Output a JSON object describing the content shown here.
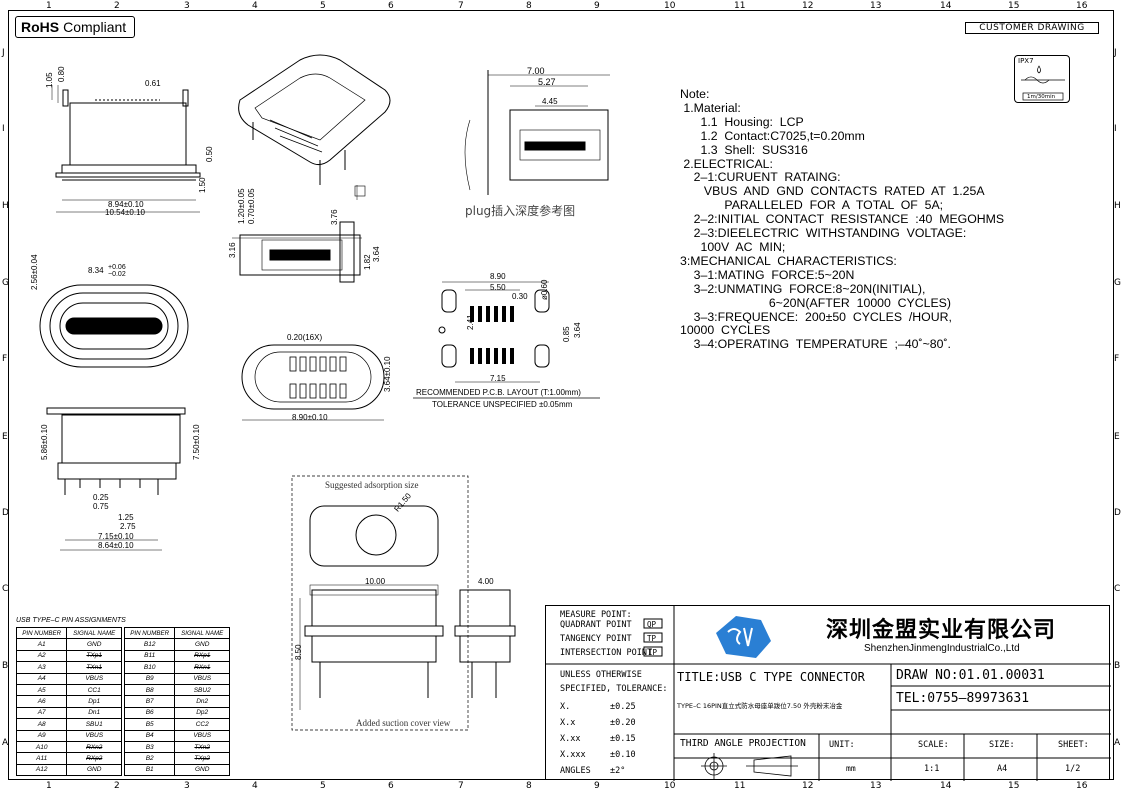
{
  "zones_top": [
    "1",
    "2",
    "3",
    "4",
    "5",
    "6",
    "7",
    "8",
    "9",
    "10",
    "11",
    "12",
    "13",
    "14",
    "15",
    "16"
  ],
  "zones_side": [
    "J",
    "I",
    "H",
    "G",
    "F",
    "E",
    "D",
    "C",
    "B",
    "A"
  ],
  "badge_rohs_bold": "RoHS",
  "badge_rohs_text": "Compliant",
  "customer_drawing": "CUSTOMER DRAWING",
  "ipx": {
    "top": "IPX7",
    "bottom": "1m/30min"
  },
  "notes": [
    "Note:",
    " 1.Material:",
    "      1.1  Housing:  LCP",
    "      1.2  Contact:C7025,t=0.20mm",
    "      1.3  Shell:  SUS316",
    " 2.ELECTRICAL:",
    "    2–1:CURUENT  RATAING:",
    "       VBUS  AND  GND  CONTACTS  RATED  AT  1.25A",
    "             PARALLELED  FOR  A  TOTAL  OF  5A;",
    "    2–2:INITIAL  CONTACT  RESISTANCE  :40  MEGOHMS",
    "    2–3:DIEELECTRIC  WITHSTANDING  VOLTAGE:",
    "      100V  AC  MIN;",
    "3:MECHANICAL  CHARACTERISTICS:",
    "    3–1:MATING  FORCE:5~20N",
    "    3–2:UNMATING  FORCE:8~20N(INITIAL),",
    "                          6~20N(AFTER  10000  CYCLES)",
    "    3–3:FREQUENCE:  200±50  CYCLES  /HOUR,",
    "10000  CYCLES",
    "    3–4:OPERATING  TEMPERATURE  ;–40˚~80˚."
  ],
  "dims": {
    "d105": "1.05",
    "d080": "0.80",
    "d061": "0.61",
    "d050": "0.50",
    "d150": "1.50",
    "d894": "8.94±0.10",
    "d1054": "10.54±0.10",
    "d834": "8.34",
    "d834tol1": "+0.06",
    "d834tol2": "−0.02",
    "d256": "2.56±0.04",
    "d020x16": "0.20(16X)",
    "d364": "3.64±0.10",
    "d890b": "8.90±0.10",
    "d120": "1.20±0.05",
    "d070": "0.70±0.05",
    "d316": "3.16",
    "d376": "3.76",
    "d182": "1.82",
    "d364s": "3.64",
    "d700": "7.00",
    "d527": "5.27",
    "d445": "4.45",
    "plug_note": "plug插入深度参考图",
    "p890": "8.90",
    "p550": "5.50",
    "p030": "0.30",
    "p060": "ø0.60",
    "p085": "0.85",
    "p364": "3.64",
    "p241": "2.41",
    "p715": "7.15",
    "pcb_title": "RECOMMENDED     P.C.B.  LAYOUT  (T:1.00mm)",
    "pcb_tol": "TOLERANCE  UNSPECIFIED  ±0.05mm",
    "d586": "5.86±0.10",
    "d750": "7.50±0.10",
    "d025": "0.25",
    "d075": "0.75",
    "d125": "1.25",
    "d275": "2.75",
    "d715b": "7.15±0.10",
    "d864": "8.64±0.10",
    "suggest": "Suggested adsorption size",
    "r150": "R1.50",
    "d1000": "10.00",
    "d400": "4.00",
    "d850": "8.50",
    "added_view": "Added suction cover view"
  },
  "pin_title": "USB TYPE–C PIN ASSIGNMENTS",
  "pin_headers": [
    "PIN NUMBER",
    "SIGNAL NAME"
  ],
  "pins_left": [
    [
      "A1",
      "GND"
    ],
    [
      "A2",
      "TXp1"
    ],
    [
      "A3",
      "TXn1"
    ],
    [
      "A4",
      "VBUS"
    ],
    [
      "A5",
      "CC1"
    ],
    [
      "A6",
      "Dp1"
    ],
    [
      "A7",
      "Dn1"
    ],
    [
      "A8",
      "SBU1"
    ],
    [
      "A9",
      "VBUS"
    ],
    [
      "A10",
      "RXn2"
    ],
    [
      "A11",
      "RXp2"
    ],
    [
      "A12",
      "GND"
    ]
  ],
  "pins_right": [
    [
      "B12",
      "GND"
    ],
    [
      "B11",
      "RXp1"
    ],
    [
      "B10",
      "RXn1"
    ],
    [
      "B9",
      "VBUS"
    ],
    [
      "B8",
      "SBU2"
    ],
    [
      "B7",
      "Dn2"
    ],
    [
      "B6",
      "Dp2"
    ],
    [
      "B5",
      "CC2"
    ],
    [
      "B4",
      "VBUS"
    ],
    [
      "B3",
      "TXn2"
    ],
    [
      "B2",
      "TXp2"
    ],
    [
      "B1",
      "GND"
    ]
  ],
  "titleblock": {
    "measure": "MEASURE POINT:",
    "qp_l": "QUADRANT POINT",
    "qp": "QP",
    "tp_l": "TANGENCY POINT",
    "tp": "TP",
    "ip_l": "INTERSECTION POINT",
    "ip": "IP",
    "company_cn": "深圳金盟实业有限公司",
    "company_en": "ShenzhenJinmengIndustrialCo.,Ltd",
    "tol1": "UNLESS  OTHERWISE",
    "tol2": "SPECIFIED, TOLERANCE:",
    "tolerances": [
      [
        "X.",
        "±0.25"
      ],
      [
        "X.x",
        "±0.20"
      ],
      [
        "X.xx",
        "±0.15"
      ],
      [
        "X.xxx",
        "±0.10"
      ],
      [
        "ANGLES",
        "±2°"
      ]
    ],
    "title": "TITLE:USB C TYPE CONNECTOR",
    "subtitle": "TYPE–C 16PIN直立式防水母座单跋位7.50 外壳粉末冶金",
    "drawno": "DRAW NO:01.01.00031",
    "tel": "TEL:0755–89973631",
    "proj": "THIRD ANGLE PROJECTION",
    "unit_l": "UNIT:",
    "unit": "mm",
    "scale_l": "SCALE:",
    "scale": "1:1",
    "size_l": "SIZE:",
    "size": "A4",
    "sheet_l": "SHEET:",
    "sheet": "1/2"
  },
  "colors": {
    "logo": "#2a7fd4"
  }
}
